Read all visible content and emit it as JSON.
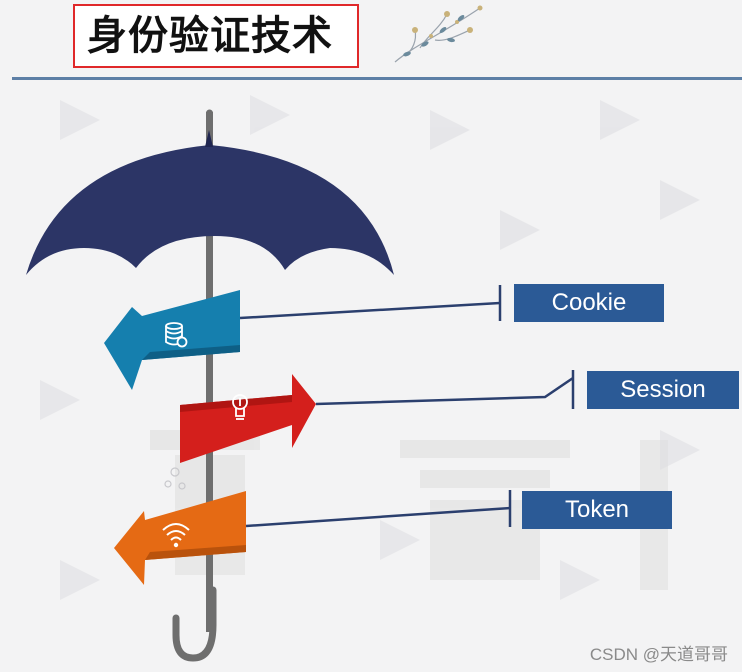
{
  "slide": {
    "title": "身份验证技术",
    "title_border_color": "#e0282a",
    "divider_color": "#5d7fa6"
  },
  "umbrella": {
    "canopy_color": "#2c3566",
    "shaft_color": "#6e6e6e"
  },
  "signs": [
    {
      "id": "cookie",
      "label": "Cookie",
      "direction": "left",
      "color": "#157fae",
      "icon": "coin-stack-icon"
    },
    {
      "id": "session",
      "label": "Session",
      "direction": "right",
      "color": "#d41f1c",
      "icon": "lightbulb-icon"
    },
    {
      "id": "token",
      "label": "Token",
      "direction": "left",
      "color": "#e56a14",
      "icon": "wifi-icon"
    }
  ],
  "label_box_color": "#2b5a96",
  "watermark": "CSDN @天道哥哥"
}
